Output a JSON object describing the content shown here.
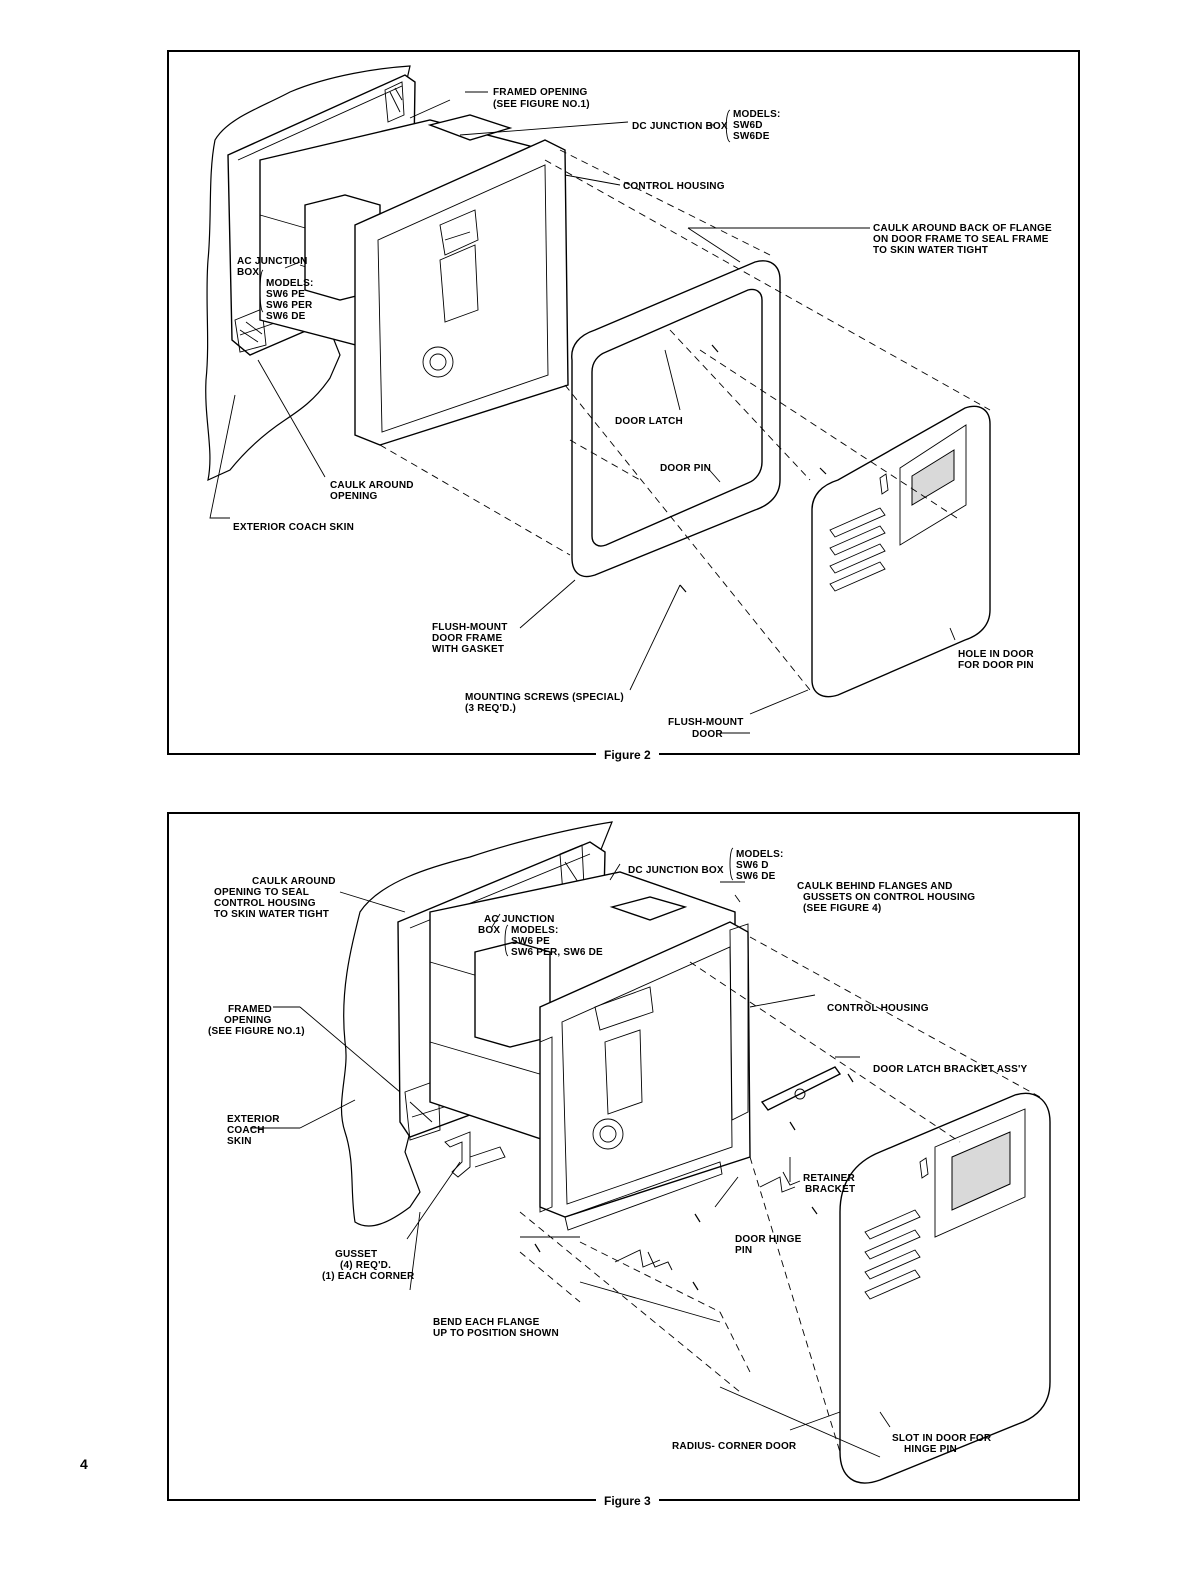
{
  "page_number": "4",
  "figure2": {
    "caption": "Figure 2",
    "labels": {
      "framed_opening_1": "FRAMED OPENING",
      "framed_opening_2": "(SEE FIGURE NO.1)",
      "dc_junction_box": "DC JUNCTION BOX",
      "dc_models_1": "MODELS:",
      "dc_models_2": "SW6D",
      "dc_models_3": "SW6DE",
      "control_housing": "CONTROL HOUSING",
      "caulk_flange_1": "CAULK AROUND BACK OF FLANGE",
      "caulk_flange_2": "ON DOOR FRAME TO SEAL FRAME",
      "caulk_flange_3": "TO SKIN WATER TIGHT",
      "ac_junction_1": "AC JUNCTION",
      "ac_junction_2": "BOX",
      "ac_models_1": "MODELS:",
      "ac_models_2": "SW6 PE",
      "ac_models_3": "SW6 PER",
      "ac_models_4": "SW6 DE",
      "door_latch": "DOOR LATCH",
      "door_pin": "DOOR PIN",
      "caulk_opening_1": "CAULK AROUND",
      "caulk_opening_2": "OPENING",
      "exterior_coach_skin": "EXTERIOR COACH SKIN",
      "flush_frame_1": "FLUSH-MOUNT",
      "flush_frame_2": "DOOR FRAME",
      "flush_frame_3": "WITH GASKET",
      "hole_door_1": "HOLE IN DOOR",
      "hole_door_2": "FOR DOOR PIN",
      "mounting_screws_1": "MOUNTING SCREWS (SPECIAL)",
      "mounting_screws_2": "(3 REQ'D.)",
      "flush_door_1": "FLUSH-MOUNT",
      "flush_door_2": "DOOR"
    }
  },
  "figure3": {
    "caption": "Figure 3",
    "labels": {
      "caulk_opening_1": "CAULK AROUND",
      "caulk_opening_2": "OPENING TO SEAL",
      "caulk_opening_3": "CONTROL HOUSING",
      "caulk_opening_4": "TO SKIN WATER TIGHT",
      "dc_junction_box": "DC JUNCTION BOX",
      "dc_models_1": "MODELS:",
      "dc_models_2": "SW6 D",
      "dc_models_3": "SW6 DE",
      "caulk_behind_1": "CAULK BEHIND FLANGES AND",
      "caulk_behind_2": "GUSSETS ON CONTROL HOUSING",
      "caulk_behind_3": "(SEE FIGURE 4)",
      "ac_junction_1": "AC JUNCTION",
      "ac_junction_2": "BOX",
      "ac_models_1": "MODELS:",
      "ac_models_2": "SW6 PE",
      "ac_models_3": "SW6 PER, SW6 DE",
      "framed_opening_1": "FRAMED",
      "framed_opening_2": "OPENING",
      "framed_opening_3": "(SEE FIGURE NO.1)",
      "control_housing": "CONTROL HOUSING",
      "door_latch_bracket": "DOOR LATCH BRACKET ASS'Y",
      "exterior_1": "EXTERIOR",
      "exterior_2": "COACH",
      "exterior_3": "SKIN",
      "retainer_1": "RETAINER",
      "retainer_2": "BRACKET",
      "door_hinge_1": "DOOR HINGE",
      "door_hinge_2": "PIN",
      "gusset_1": "GUSSET",
      "gusset_2": "(4) REQ'D.",
      "gusset_3": "(1) EACH CORNER",
      "bend_flange_1": "BEND EACH FLANGE",
      "bend_flange_2": "UP TO POSITION SHOWN",
      "slot_door_1": "SLOT IN DOOR FOR",
      "slot_door_2": "HINGE PIN",
      "radius_door": "RADIUS- CORNER DOOR"
    }
  }
}
